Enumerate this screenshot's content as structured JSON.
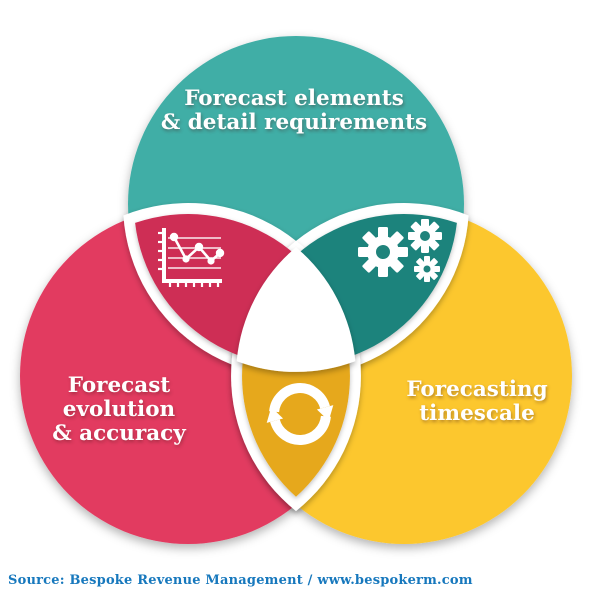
{
  "venn": {
    "top_circle": {
      "label_lines": [
        "Forecast elements",
        "& detail requirements"
      ],
      "color": "#41AEA6"
    },
    "left_circle": {
      "label_lines": [
        "Forecast",
        "evolution",
        "& accuracy"
      ],
      "color": "#E23B60"
    },
    "right_circle": {
      "label_lines": [
        "Forecasting",
        "timescale"
      ],
      "color": "#FCC72E"
    },
    "overlap_top_left": {
      "color": "#CE2D54",
      "icon": "line-chart"
    },
    "overlap_top_right": {
      "color": "#1F837B",
      "icon": "gears"
    },
    "overlap_bottom": {
      "color": "#E6A81B",
      "icon": "refresh-arrows"
    },
    "center_color": "#FFFFFF"
  },
  "source_line": {
    "text": "Source: Bespoke Revenue Management / www.bespokerm.com",
    "color": "#1778BD"
  }
}
